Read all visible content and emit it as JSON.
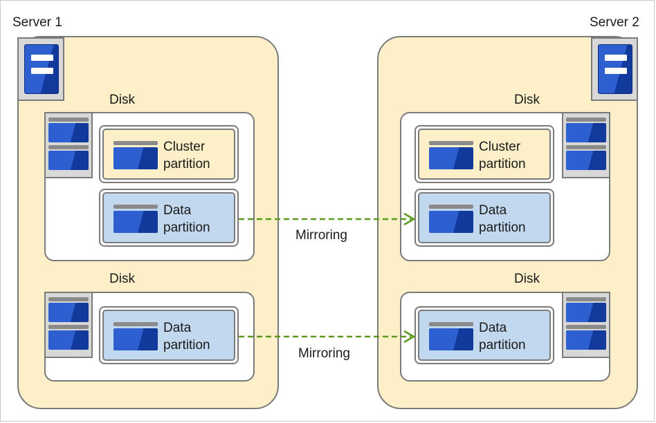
{
  "servers": [
    {
      "label": "Server 1"
    },
    {
      "label": "Server 2"
    }
  ],
  "disk_label": "Disk",
  "partitions": {
    "cluster": {
      "line1": "Cluster",
      "line2": "partition"
    },
    "data": {
      "line1": "Data",
      "line2": "partition"
    }
  },
  "mirroring": [
    "Mirroring",
    "Mirroring"
  ],
  "colors": {
    "server_fill": "#fdefc8",
    "data_partition_fill": "#c2d8ee",
    "icon_blue": "#2d5fd0",
    "icon_dark_blue": "#123a9c",
    "mirror_arrow": "#5a9a1a",
    "border_gray": "#7a7a7a"
  }
}
